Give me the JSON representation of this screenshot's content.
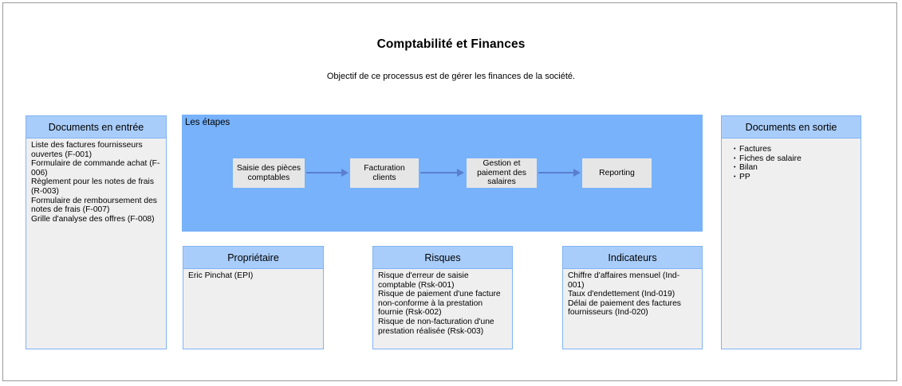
{
  "title": "Comptabilité et Finances",
  "subtitle": "Objectif de ce processus est de gérer les finances de la société.",
  "inputs": {
    "header": "Documents en entrée",
    "lines": [
      "Liste des factures fournisseurs",
      "ouvertes (F-001)",
      "Formulaire de commande achat (F-",
      "006)",
      "Règlement pour les notes de frais",
      "(R-003)",
      "Formulaire de remboursement des",
      "notes de frais (F-007)",
      "Grille d'analyse des offres (F-008)"
    ]
  },
  "steps": {
    "label": "Les étapes",
    "items": [
      {
        "lines": [
          "Saisie des pièces",
          "comptables"
        ]
      },
      {
        "lines": [
          "Facturation",
          "clients"
        ]
      },
      {
        "lines": [
          "Gestion et",
          "paiement des",
          "salaires"
        ]
      },
      {
        "lines": [
          "Reporting"
        ]
      }
    ]
  },
  "outputs": {
    "header": "Documents en sortie",
    "items": [
      "Factures",
      "Fiches de salaire",
      "Bilan",
      "PP"
    ]
  },
  "owner": {
    "header": "Propriétaire",
    "lines": [
      "Eric Pinchat (EPI)"
    ]
  },
  "risks": {
    "header": "Risques",
    "lines": [
      "Risque d'erreur de saisie",
      "comptable (Rsk-001)",
      "Risque de paiement d'une facture",
      "non-conforme à la prestation",
      "fournie (Rsk-002)",
      "Risque de non-facturation d'une",
      "prestation réalisée (Rsk-003)"
    ]
  },
  "indicators": {
    "header": "Indicateurs",
    "lines": [
      "Chiffre d'affaires mensuel (Ind-",
      "001)",
      "Taux d'endettement (Ind-019)",
      "Délai de paiement des factures",
      "fournisseurs (Ind-020)"
    ]
  },
  "colors": {
    "steps_area": "#77b2fb",
    "panel_header": "#a9cdfa",
    "panel_body": "#efefef",
    "arrow": "#5b7fcf"
  }
}
